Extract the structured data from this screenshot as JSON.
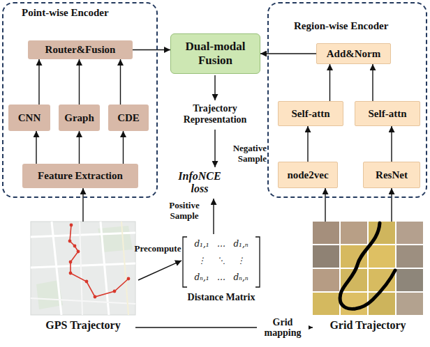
{
  "diagram": {
    "nodes": [
      {
        "text": [
          "Point-wise Encoder"
        ]
      },
      {
        "text": [
          "Router&Fusion"
        ],
        "in": 0
      },
      {
        "text": [
          "CNN"
        ],
        "in": 0
      },
      {
        "text": [
          "Graph"
        ],
        "in": 0
      },
      {
        "text": [
          "CDE"
        ],
        "in": 0
      },
      {
        "text": [
          "Feature Extraction"
        ],
        "in": 0
      },
      {
        "text": [
          "Dual-modal Fusion"
        ]
      },
      {
        "text": [
          "Region-wise Encoder"
        ]
      },
      {
        "text": [
          "Add&Norm"
        ],
        "in": 7
      },
      {
        "text": [
          "Self-attn"
        ],
        "in": 7
      },
      {
        "text": [
          "Self-attn"
        ],
        "in": 7
      },
      {
        "text": [
          "node2vec"
        ],
        "in": 7
      },
      {
        "text": [
          "ResNet"
        ],
        "in": 7
      },
      {
        "text": [
          "GPS Trajectory"
        ]
      },
      {
        "text": [
          "Grid Trajectory"
        ]
      }
    ],
    "edges": [
      {
        "from": 13,
        "to": 5,
        "arrow": "to"
      },
      {
        "from": 5,
        "to": 2,
        "arrow": "to"
      },
      {
        "from": 5,
        "to": 3,
        "arrow": "to"
      },
      {
        "from": 5,
        "to": 4,
        "arrow": "to"
      },
      {
        "from": 2,
        "to": 1,
        "arrow": "to"
      },
      {
        "from": 3,
        "to": 1,
        "arrow": "to"
      },
      {
        "from": 4,
        "to": 1,
        "arrow": "to"
      },
      {
        "from": 1,
        "to": 6,
        "arrow": "to"
      },
      {
        "from": 8,
        "to": 6,
        "arrow": "to"
      },
      {
        "from": 9,
        "to": 8,
        "arrow": "to"
      },
      {
        "from": 10,
        "to": 8,
        "arrow": "to"
      },
      {
        "from": 11,
        "to": 9,
        "arrow": "to"
      },
      {
        "from": 12,
        "to": 10,
        "arrow": "to"
      },
      {
        "from": 14,
        "to": 11,
        "arrow": "to"
      },
      {
        "from": 14,
        "to": 12,
        "arrow": "to"
      },
      {
        "from": 13,
        "to": 14,
        "label": "Grid mapping",
        "arrow": "to"
      }
    ],
    "labels": [
      "Trajectory Representation",
      "Negative Sample",
      "InfoNCE loss",
      "Positive Sample",
      "Precompute",
      "d₁,₁",
      "…",
      "d₁,ₙ",
      "⋮",
      "⋱",
      "⋮",
      "dₙ,₁",
      "…",
      "dₙ,ₙ",
      "Distance Matrix"
    ]
  }
}
